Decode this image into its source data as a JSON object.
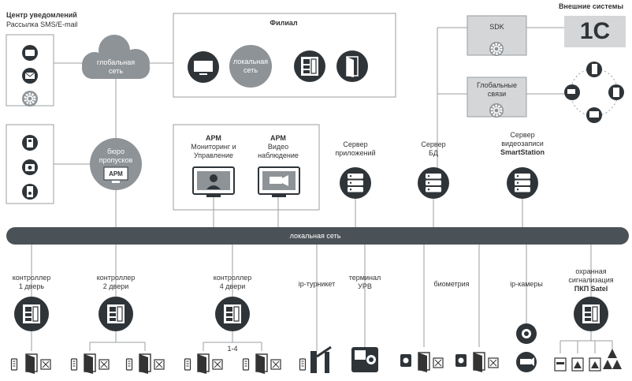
{
  "notify": {
    "title": "Центр уведомлений",
    "subtitle": "Рассылка SMS/E-mail"
  },
  "cloud_label": "глобальная\nсеть",
  "filial": {
    "title": "Филиал",
    "arm": "АРМ",
    "cloud": "локальная\nсеть"
  },
  "external": {
    "title": "Внешние системы",
    "sdk": "SDK",
    "global": "Глобальные\nсвязи",
    "logo": "1С"
  },
  "bureau": {
    "label": "бюро\nпропусков",
    "arm": "АРМ"
  },
  "arm_monitor": {
    "title": "АРМ",
    "sub": "Мониторинг и\nУправление"
  },
  "arm_video": {
    "title": "АРМ",
    "sub": "Видео\nнаблюдение"
  },
  "srv_app": "Сервер\nприложений",
  "srv_db": "Сервер\nБД",
  "srv_video": {
    "line1": "Сервер\nвидеозаписи",
    "line2": "SmartStation"
  },
  "lan_label": "локальная сеть",
  "ctrl1": "контроллер\n1 дверь",
  "ctrl2": "контроллер\n2 двери",
  "ctrl4": "контроллер\n4 двери",
  "doors_range": "1-4",
  "turnstile": "ip-турникет",
  "terminal": "терминал\nУРВ",
  "biometry": "биометрия",
  "ipcam": "ip-камеры",
  "alarm": {
    "line1": "охранная\nсигнализация",
    "line2": "ПКП Satel"
  },
  "colors": {
    "dark": "#2f3438",
    "bus": "#4b5257",
    "cloud": "#8e9397",
    "lite": "#d4d6d8",
    "line": "#9a9ea2"
  }
}
